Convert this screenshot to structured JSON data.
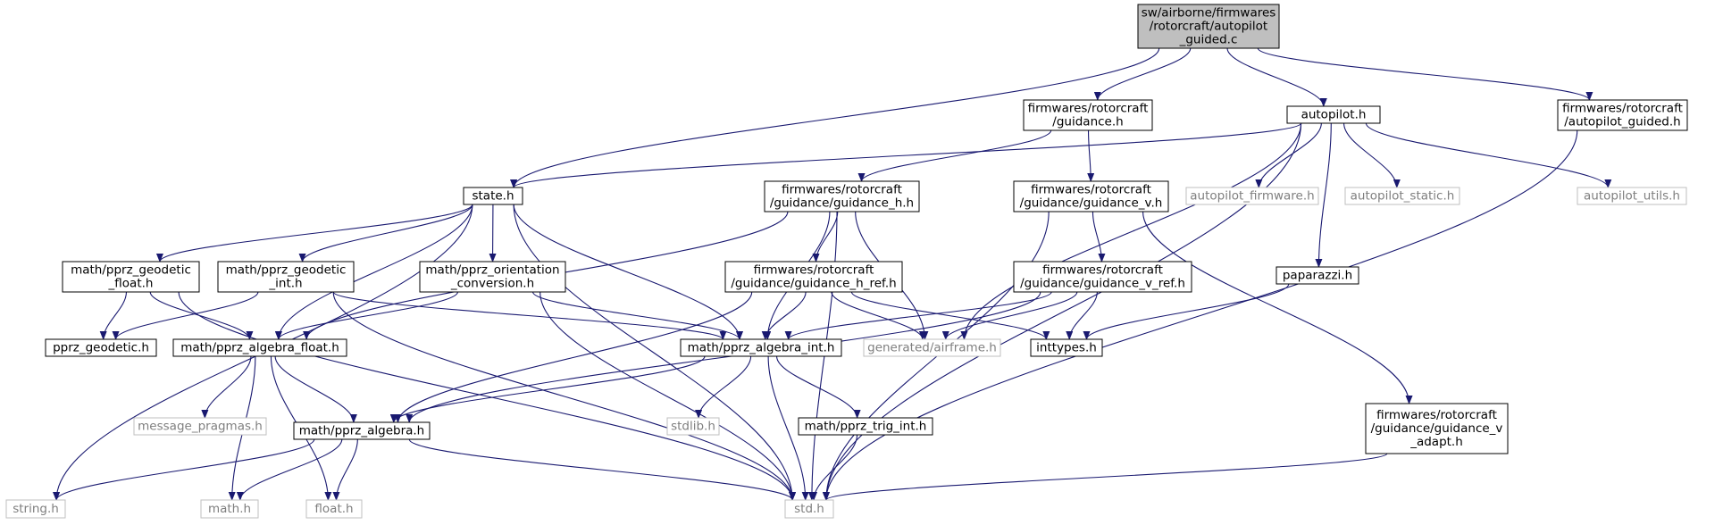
{
  "colors": {
    "edge": "#191970",
    "node_border": "#000000",
    "external_border": "#bfbfbf",
    "external_text": "#7f7f7f",
    "root_fill": "#bfbfbf",
    "node_fill": "#ffffff",
    "text": "#000000"
  },
  "nodes": [
    {
      "id": "root",
      "lines": [
        "sw/airborne/firmwares",
        "/rotorcraft/autopilot",
        "_guided.c"
      ],
      "style": "root"
    },
    {
      "id": "guidance_h_file",
      "lines": [
        "firmwares/rotorcraft",
        "/guidance.h"
      ],
      "style": "normal"
    },
    {
      "id": "autopilot_h",
      "lines": [
        "autopilot.h"
      ],
      "style": "normal"
    },
    {
      "id": "autopilot_guided_h",
      "lines": [
        "firmwares/rotorcraft",
        "/autopilot_guided.h"
      ],
      "style": "normal"
    },
    {
      "id": "state_h",
      "lines": [
        "state.h"
      ],
      "style": "normal"
    },
    {
      "id": "guidance_hh",
      "lines": [
        "firmwares/rotorcraft",
        "/guidance/guidance_h.h"
      ],
      "style": "normal"
    },
    {
      "id": "guidance_vh",
      "lines": [
        "firmwares/rotorcraft",
        "/guidance/guidance_v.h"
      ],
      "style": "normal"
    },
    {
      "id": "autopilot_firmware",
      "lines": [
        "autopilot_firmware.h"
      ],
      "style": "external"
    },
    {
      "id": "autopilot_static",
      "lines": [
        "autopilot_static.h"
      ],
      "style": "external"
    },
    {
      "id": "autopilot_utils",
      "lines": [
        "autopilot_utils.h"
      ],
      "style": "external"
    },
    {
      "id": "geodetic_float",
      "lines": [
        "math/pprz_geodetic",
        "_float.h"
      ],
      "style": "normal"
    },
    {
      "id": "geodetic_int",
      "lines": [
        "math/pprz_geodetic",
        "_int.h"
      ],
      "style": "normal"
    },
    {
      "id": "orientation",
      "lines": [
        "math/pprz_orientation",
        "_conversion.h"
      ],
      "style": "normal"
    },
    {
      "id": "guidance_h_ref",
      "lines": [
        "firmwares/rotorcraft",
        "/guidance/guidance_h_ref.h"
      ],
      "style": "normal"
    },
    {
      "id": "guidance_v_ref",
      "lines": [
        "firmwares/rotorcraft",
        "/guidance/guidance_v_ref.h"
      ],
      "style": "normal"
    },
    {
      "id": "paparazzi",
      "lines": [
        "paparazzi.h"
      ],
      "style": "normal"
    },
    {
      "id": "pprz_geodetic",
      "lines": [
        "pprz_geodetic.h"
      ],
      "style": "normal"
    },
    {
      "id": "algebra_float",
      "lines": [
        "math/pprz_algebra_float.h"
      ],
      "style": "normal"
    },
    {
      "id": "algebra_int",
      "lines": [
        "math/pprz_algebra_int.h"
      ],
      "style": "normal"
    },
    {
      "id": "airframe",
      "lines": [
        "generated/airframe.h"
      ],
      "style": "external"
    },
    {
      "id": "inttypes",
      "lines": [
        "inttypes.h"
      ],
      "style": "normal"
    },
    {
      "id": "message_pragmas",
      "lines": [
        "message_pragmas.h"
      ],
      "style": "external"
    },
    {
      "id": "algebra",
      "lines": [
        "math/pprz_algebra.h"
      ],
      "style": "normal"
    },
    {
      "id": "stdlib",
      "lines": [
        "stdlib.h"
      ],
      "style": "external"
    },
    {
      "id": "trig_int",
      "lines": [
        "math/pprz_trig_int.h"
      ],
      "style": "normal"
    },
    {
      "id": "guidance_v_adapt",
      "lines": [
        "firmwares/rotorcraft",
        "/guidance/guidance_v",
        "_adapt.h"
      ],
      "style": "normal"
    },
    {
      "id": "string_h",
      "lines": [
        "string.h"
      ],
      "style": "external"
    },
    {
      "id": "math_h",
      "lines": [
        "math.h"
      ],
      "style": "external"
    },
    {
      "id": "float_h",
      "lines": [
        "float.h"
      ],
      "style": "external"
    },
    {
      "id": "std_h",
      "lines": [
        "std.h"
      ],
      "style": "external"
    }
  ],
  "edges": [
    [
      "root",
      "state_h"
    ],
    [
      "root",
      "guidance_h_file"
    ],
    [
      "root",
      "autopilot_h"
    ],
    [
      "root",
      "autopilot_guided_h"
    ],
    [
      "guidance_h_file",
      "guidance_hh"
    ],
    [
      "guidance_h_file",
      "guidance_vh"
    ],
    [
      "autopilot_h",
      "state_h"
    ],
    [
      "autopilot_h",
      "airframe"
    ],
    [
      "autopilot_h",
      "autopilot_firmware"
    ],
    [
      "autopilot_h",
      "autopilot_static"
    ],
    [
      "autopilot_h",
      "autopilot_utils"
    ],
    [
      "autopilot_h",
      "paparazzi"
    ],
    [
      "autopilot_h",
      "std_h"
    ],
    [
      "autopilot_guided_h",
      "std_h"
    ],
    [
      "state_h",
      "string_h"
    ],
    [
      "state_h",
      "algebra_float"
    ],
    [
      "state_h",
      "geodetic_float"
    ],
    [
      "state_h",
      "geodetic_int"
    ],
    [
      "state_h",
      "orientation"
    ],
    [
      "state_h",
      "algebra_int"
    ],
    [
      "state_h",
      "std_h"
    ],
    [
      "guidance_hh",
      "algebra_float"
    ],
    [
      "guidance_hh",
      "guidance_h_ref"
    ],
    [
      "guidance_hh",
      "algebra_int"
    ],
    [
      "guidance_hh",
      "airframe"
    ],
    [
      "guidance_hh",
      "std_h"
    ],
    [
      "guidance_vh",
      "guidance_v_ref"
    ],
    [
      "guidance_vh",
      "std_h"
    ],
    [
      "guidance_vh",
      "guidance_v_adapt"
    ],
    [
      "geodetic_float",
      "pprz_geodetic"
    ],
    [
      "geodetic_float",
      "algebra_float"
    ],
    [
      "geodetic_float",
      "std_h"
    ],
    [
      "geodetic_int",
      "pprz_geodetic"
    ],
    [
      "geodetic_int",
      "algebra_int"
    ],
    [
      "geodetic_int",
      "std_h"
    ],
    [
      "orientation",
      "algebra_float"
    ],
    [
      "orientation",
      "algebra_int"
    ],
    [
      "orientation",
      "std_h"
    ],
    [
      "guidance_h_ref",
      "algebra"
    ],
    [
      "guidance_h_ref",
      "algebra_int"
    ],
    [
      "guidance_h_ref",
      "airframe"
    ],
    [
      "guidance_h_ref",
      "inttypes"
    ],
    [
      "guidance_v_ref",
      "algebra_int"
    ],
    [
      "guidance_v_ref",
      "airframe"
    ],
    [
      "guidance_v_ref",
      "inttypes"
    ],
    [
      "guidance_v_ref",
      "algebra"
    ],
    [
      "paparazzi",
      "inttypes"
    ],
    [
      "algebra_float",
      "message_pragmas"
    ],
    [
      "algebra_float",
      "algebra"
    ],
    [
      "algebra_float",
      "math_h"
    ],
    [
      "algebra_float",
      "float_h"
    ],
    [
      "algebra_int",
      "algebra"
    ],
    [
      "algebra_int",
      "stdlib"
    ],
    [
      "algebra_int",
      "trig_int"
    ],
    [
      "algebra_int",
      "std_h"
    ],
    [
      "algebra",
      "string_h"
    ],
    [
      "algebra",
      "math_h"
    ],
    [
      "algebra",
      "float_h"
    ],
    [
      "algebra",
      "std_h"
    ],
    [
      "trig_int",
      "std_h"
    ],
    [
      "guidance_v_adapt",
      "std_h"
    ]
  ]
}
